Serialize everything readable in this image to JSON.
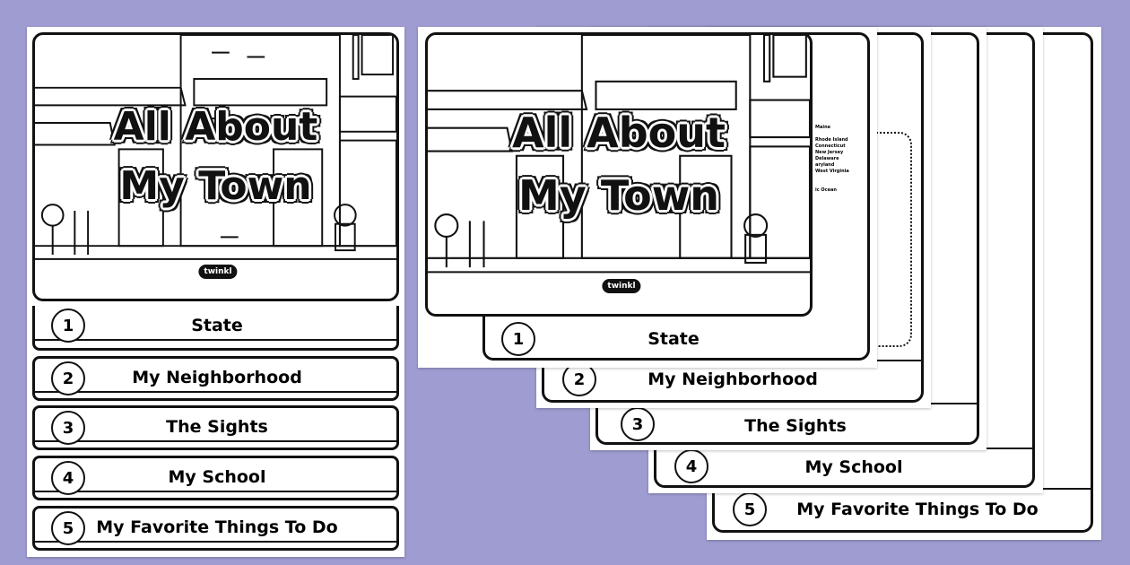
{
  "cover": {
    "title_line1": "All About",
    "title_line2": "My Town",
    "logo": "twinkl"
  },
  "sections": [
    {
      "number": "1",
      "label": "State"
    },
    {
      "number": "2",
      "label": "My Neighborhood"
    },
    {
      "number": "3",
      "label": "The Sights"
    },
    {
      "number": "4",
      "label": "My School"
    },
    {
      "number": "5",
      "label": "My Favorite Things To Do"
    }
  ],
  "map_labels": [
    "Maine",
    "Rhode Island",
    "Connecticut",
    "New Jersey",
    "Delaware",
    "aryland",
    "West Virginia",
    "ic Ocean"
  ],
  "colors": {
    "background": "#9e9cd1",
    "ink": "#111111",
    "paper": "#ffffff"
  }
}
